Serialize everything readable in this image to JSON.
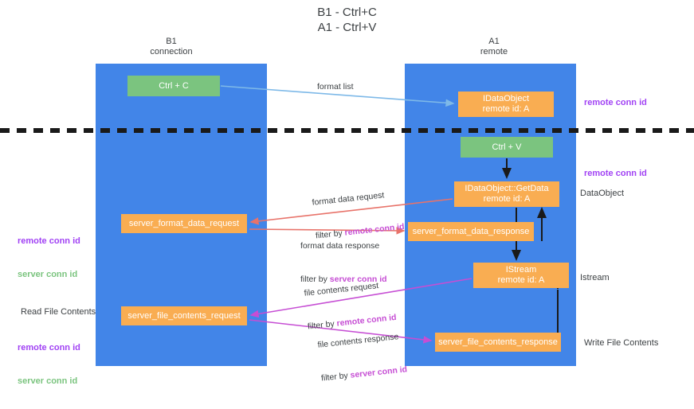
{
  "title": "B1 - Ctrl+C\nA1 - Ctrl+V",
  "columns": {
    "b1": "B1\nconnection",
    "a1": "A1\nremote"
  },
  "boxes": {
    "ctrl_c": {
      "line1": "Ctrl + C",
      "line2": "",
      "color": "#7bc47f"
    },
    "idataobject": {
      "line1": "IDataObject",
      "line2": "remote id: A",
      "color": "#f9ad52"
    },
    "ctrl_v": {
      "line1": "Ctrl + V",
      "line2": "",
      "color": "#7bc47f"
    },
    "getdata": {
      "line1": "IDataObject::GetData",
      "line2": "remote id: A",
      "color": "#f9ad52"
    },
    "server_format_data_request": {
      "line1": "server_format_data_request",
      "line2": "",
      "color": "#f9ad52"
    },
    "server_format_data_response": {
      "line1": "server_format_data_response",
      "line2": "",
      "color": "#f9ad52"
    },
    "istream": {
      "line1": "IStream",
      "line2": "remote id: A",
      "color": "#f9ad52"
    },
    "server_file_contents_request": {
      "line1": "server_file_contents_request",
      "line2": "",
      "color": "#f9ad52"
    },
    "server_file_contents_response": {
      "line1": "server_file_contents_response",
      "line2": "",
      "color": "#f9ad52"
    }
  },
  "side_labels": {
    "remote_conn_id_top": "remote conn id",
    "remote_conn_id_mid": "remote conn id",
    "dataobject": "DataObject",
    "istream": "Istream",
    "write_file_contents": "Write File Contents",
    "read_file_contents": "Read File Contents"
  },
  "legend": {
    "remote_conn_id": "remote conn id",
    "server_conn_id": "server conn id"
  },
  "arrow_labels": {
    "format_list": "format list",
    "format_data_request": "format data request",
    "format_data_request_filter_prefix": "filter by ",
    "format_data_request_filter_key": "remote conn id",
    "format_data_response": "format data response",
    "format_data_response_filter_prefix": "filter by ",
    "format_data_response_filter_key": "server conn id",
    "file_contents_request": "file contents request",
    "file_contents_request_filter_prefix": "filter by ",
    "file_contents_request_filter_key": "remote conn id",
    "file_contents_response": "file contents response",
    "file_contents_response_filter_prefix": "filter by ",
    "file_contents_response_filter_key": "server conn id"
  },
  "colors": {
    "lane": "#4285e8",
    "green_box": "#7bc47f",
    "orange_box": "#f9ad52",
    "purple": "#a142f4",
    "magenta": "#c64ed4",
    "red_arrow": "#e8736a",
    "blue_arrow": "#7eb9e8",
    "divider": "#1a1a1a",
    "text": "#3c4043"
  }
}
